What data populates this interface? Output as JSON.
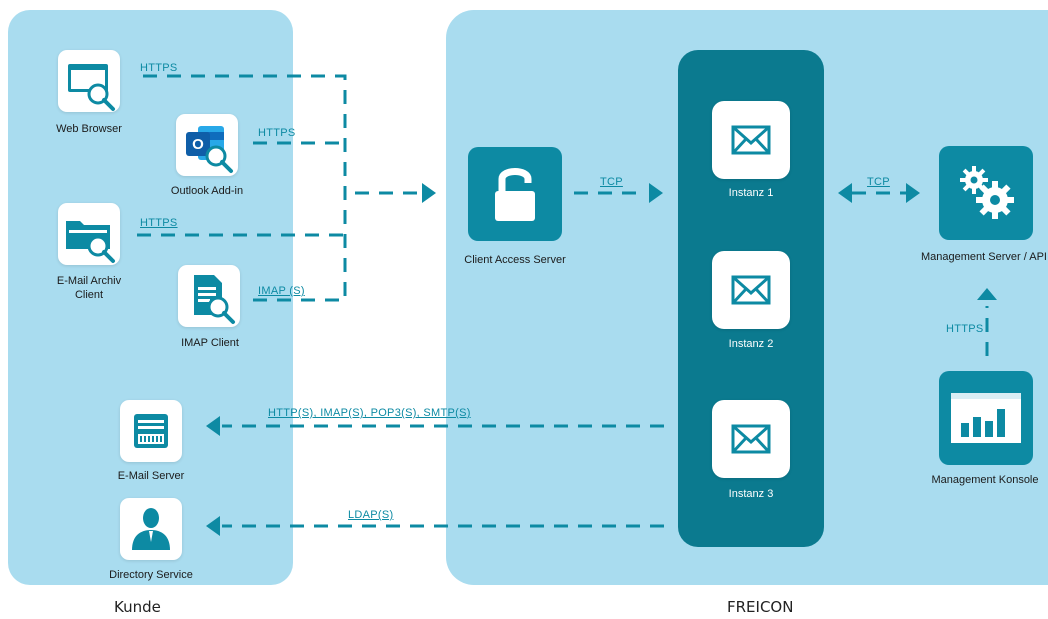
{
  "regions": {
    "customer_label": "Kunde",
    "vendor_label": "FREICON"
  },
  "clients": {
    "web_browser": "Web Browser",
    "outlook_addin": "Outlook Add-in",
    "archive_client": "E-Mail Archiv Client",
    "imap_client": "IMAP Client"
  },
  "customer_services": {
    "email_server": "E-Mail Server",
    "directory_service": "Directory Service"
  },
  "freicon": {
    "client_access_server": "Client Access Server",
    "instances": [
      "Instanz 1",
      "Instanz 2",
      "Instanz 3"
    ],
    "management_server": "Management Server / API",
    "management_console": "Management Konsole"
  },
  "protocols": {
    "web_browser": "HTTPS",
    "outlook_addin": "HTTPS",
    "archive_client": "HTTPS",
    "imap_client": "IMAP (S)",
    "cas_to_instance": "TCP",
    "instance_to_management": "TCP",
    "console_to_management": "HTTPS",
    "to_email_server": "HTTP(S), IMAP(S), POP3(S), SMTP(S)",
    "to_directory": "LDAP(S)"
  },
  "colors": {
    "region_bg": "#a9dcef",
    "accent": "#0d8aa3",
    "dark_panel": "#0b7a8f"
  }
}
